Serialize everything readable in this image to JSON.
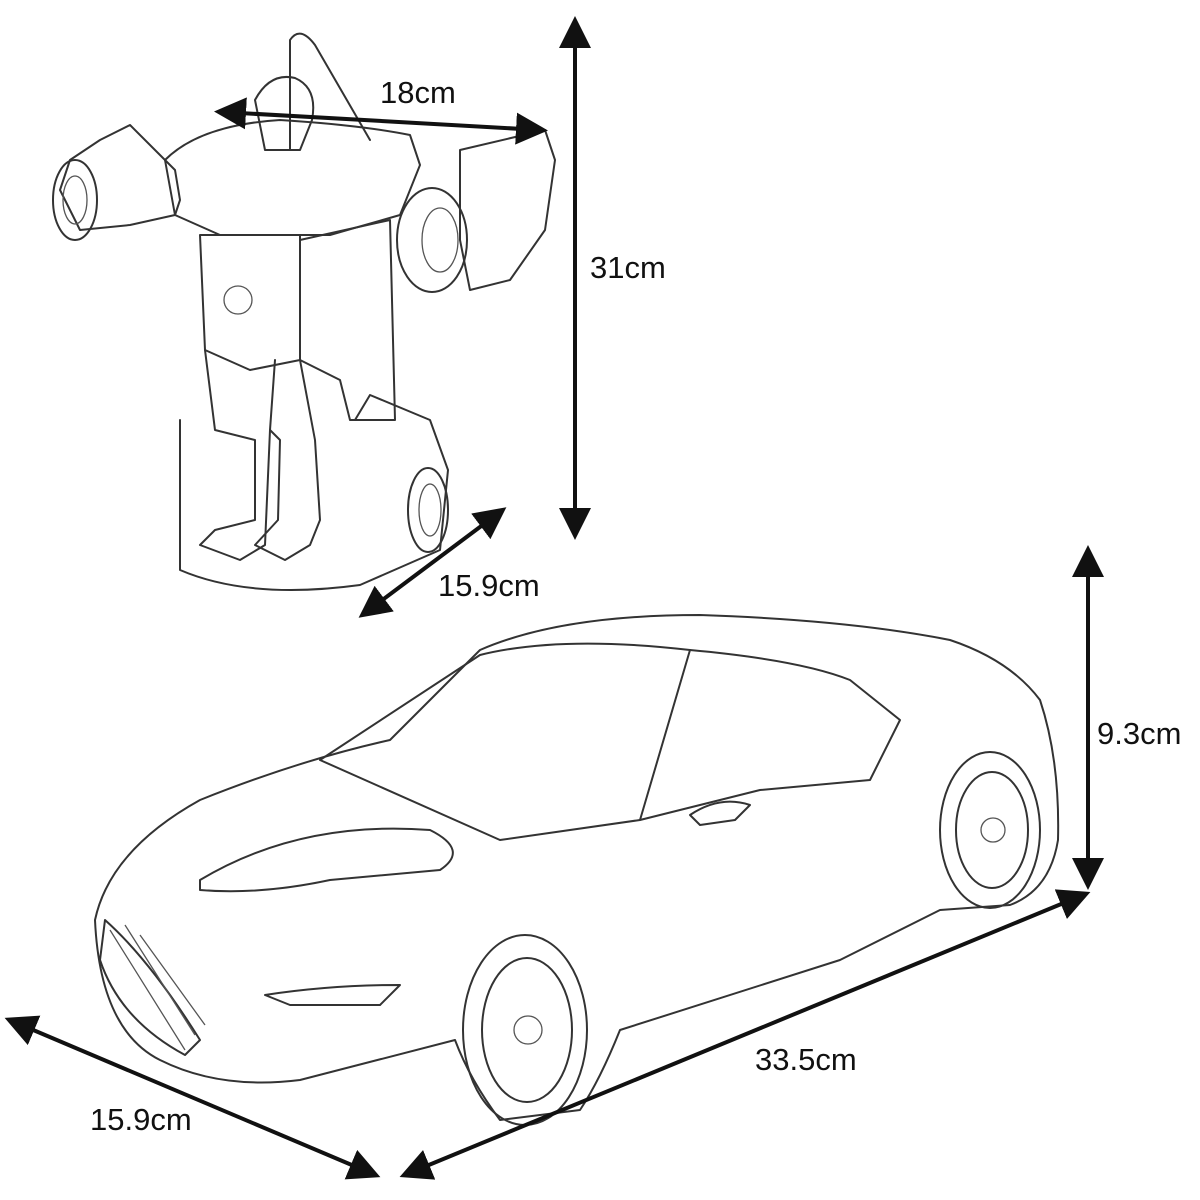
{
  "robot": {
    "width_label": "18cm",
    "height_label": "31cm",
    "depth_label": "15.9cm"
  },
  "car": {
    "height_label": "9.3cm",
    "length_label": "33.5cm",
    "width_label": "15.9cm"
  },
  "colors": {
    "ink": "#111111",
    "background": "#ffffff"
  }
}
